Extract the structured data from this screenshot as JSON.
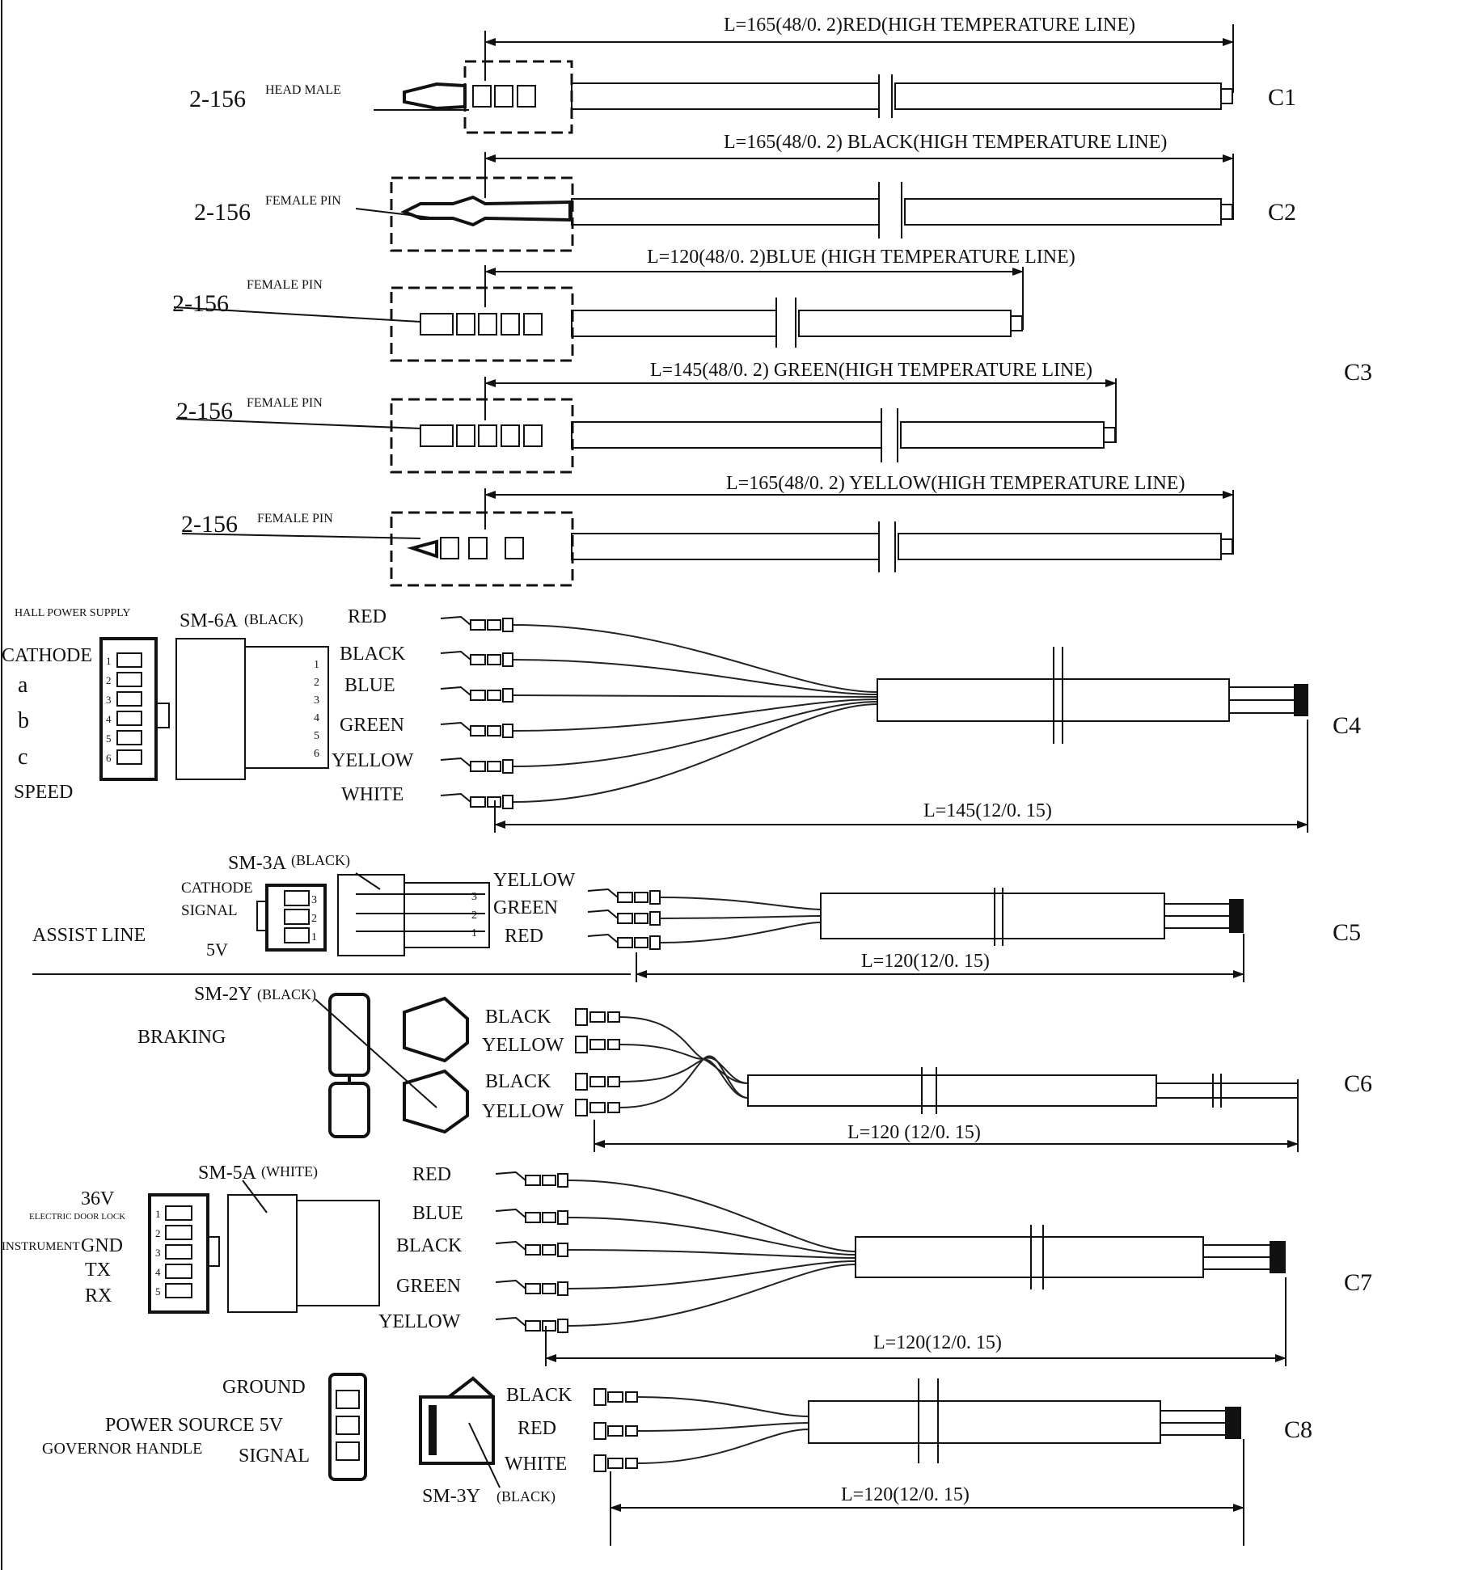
{
  "high_temp_lines": [
    {
      "id": "C1",
      "dimension": "L=165(48/0. 2)RED(HIGH TEMPERATURE LINE)",
      "part": "2-156",
      "pin": "HEAD MALE"
    },
    {
      "id": "C2",
      "dimension": "L=165(48/0. 2) BLACK(HIGH TEMPERATURE LINE)",
      "part": "2-156",
      "pin": "FEMALE PIN"
    },
    {
      "id": "",
      "dimension": "L=120(48/0. 2)BLUE (HIGH TEMPERATURE LINE)",
      "part": "2-156",
      "pin": "FEMALE PIN"
    },
    {
      "id": "",
      "dimension": "L=145(48/0. 2) GREEN(HIGH TEMPERATURE LINE)",
      "part": "2-156",
      "pin": "FEMALE PIN"
    },
    {
      "id": "",
      "dimension": "L=165(48/0. 2) YELLOW(HIGH TEMPERATURE LINE)",
      "part": "2-156",
      "pin": "FEMALE PIN"
    }
  ],
  "c3_label": "C3",
  "c4": {
    "id": "C4",
    "title": "HALL POWER SUPPLY",
    "connector": "SM-6A",
    "connector_color": "(BLACK)",
    "signals": [
      "CATHODE",
      "a",
      "b",
      "c",
      "SPEED"
    ],
    "wires": [
      "RED",
      "BLACK",
      "BLUE",
      "GREEN",
      "YELLOW",
      "WHITE"
    ],
    "pin_numbers": [
      "1",
      "2",
      "3",
      "4",
      "5",
      "6"
    ],
    "dimension": "L=145(12/0. 15)"
  },
  "c5": {
    "id": "C5",
    "title": "ASSIST LINE",
    "connector": "SM-3A",
    "connector_color": "(BLACK)",
    "signals": [
      "CATHODE",
      "SIGNAL",
      "5V"
    ],
    "wires": [
      "YELLOW",
      "GREEN",
      "RED"
    ],
    "pin_numbers": [
      "3",
      "2",
      "1"
    ],
    "dimension": "L=120(12/0. 15)"
  },
  "c6": {
    "id": "C6",
    "title": "BRAKING",
    "connector": "SM-2Y",
    "connector_color": "(BLACK)",
    "wires": [
      "BLACK",
      "YELLOW",
      "BLACK",
      "YELLOW"
    ],
    "dimension": "L=120  (12/0. 15)"
  },
  "c7": {
    "id": "C7",
    "connector": "SM-5A",
    "connector_color": "(WHITE)",
    "signals": [
      "36V",
      "ELECTRIC DOOR LOCK",
      "INSTRUMENT",
      "GND",
      "TX",
      "RX"
    ],
    "wires": [
      "RED",
      "BLUE",
      "BLACK",
      "GREEN",
      "YELLOW"
    ],
    "pin_numbers": [
      "1",
      "2",
      "3",
      "4",
      "5"
    ],
    "dimension": "L=120(12/0. 15)"
  },
  "c8": {
    "id": "C8",
    "connector": "SM-3Y",
    "connector_color": "(BLACK)",
    "signals": [
      "GROUND",
      "POWER SOURCE 5V",
      "GOVERNOR HANDLE",
      "SIGNAL"
    ],
    "wires": [
      "BLACK",
      "RED",
      "WHITE"
    ],
    "dimension": "L=120(12/0. 15)"
  }
}
